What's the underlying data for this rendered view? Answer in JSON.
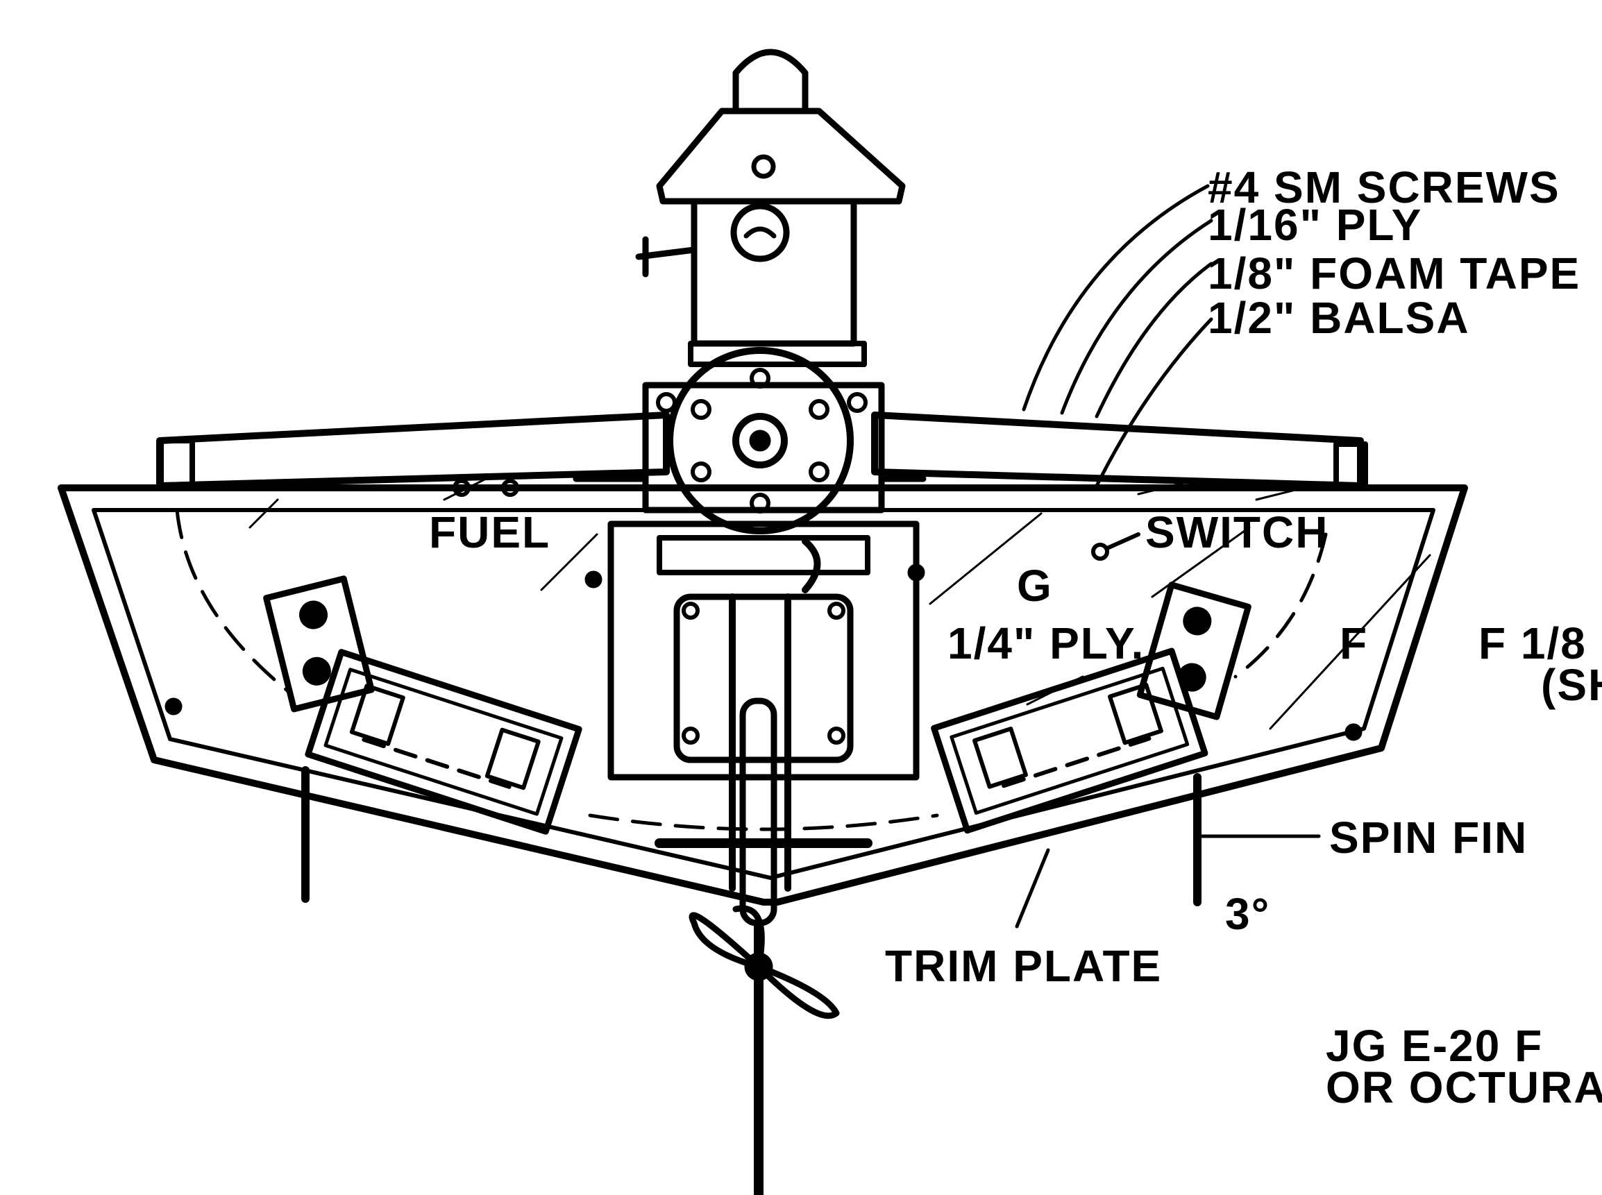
{
  "colors": {
    "ink": "#000000",
    "paper": "#ffffff"
  },
  "callouts": {
    "sm_screws": "#4 SM SCREWS",
    "ply_116": "1/16\" PLY",
    "foam_tape": "1/8\" FOAM TAPE",
    "balsa": "1/2\" BALSA"
  },
  "labels": {
    "fuel": "FUEL",
    "switch": "SWITCH",
    "part_g": "G",
    "ply_14": "1/4\" PLY.",
    "part_f": "F",
    "spin_fin": "SPIN FIN",
    "angle": "3°",
    "trim_plate": "TRIM PLATE"
  },
  "notes": {
    "f_note_line1": "F 1/8",
    "f_note_line2": "(SH",
    "engine_line1": "JG  E-20 F",
    "engine_line2": "OR  OCTURA"
  }
}
